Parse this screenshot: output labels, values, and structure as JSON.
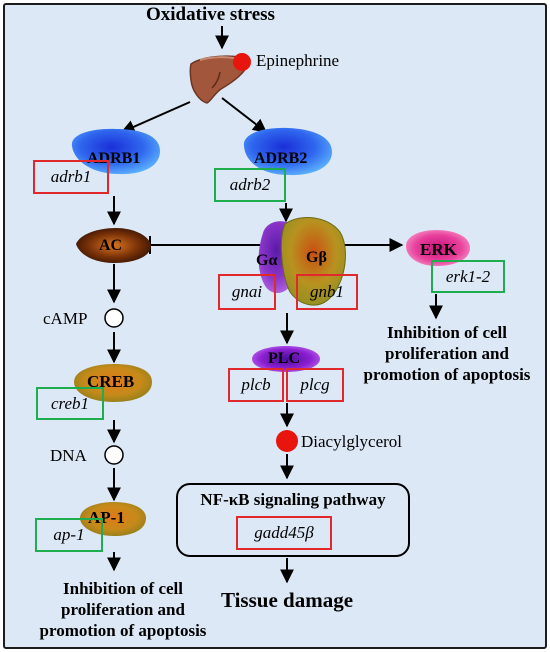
{
  "diagram": {
    "title": "Oxidative stress",
    "epinephrine_label": "Epinephrine",
    "receptors": {
      "adrb1": {
        "protein": "ADRB1",
        "gene": "adrb1",
        "box": "red"
      },
      "adrb2": {
        "protein": "ADRB2",
        "gene": "adrb2",
        "box": "green"
      }
    },
    "ac": {
      "protein": "AC"
    },
    "camp_label": "cAMP",
    "creb": {
      "protein": "CREB",
      "gene": "creb1",
      "box": "green"
    },
    "dna_label": "DNA",
    "ap1": {
      "protein": "AP-1",
      "gene": "ap-1",
      "box": "green"
    },
    "g_protein": {
      "alpha": {
        "protein": "Gα",
        "gene": "gnai",
        "box": "red"
      },
      "beta": {
        "protein": "Gβ",
        "gene": "gnb1",
        "box": "red"
      }
    },
    "erk": {
      "protein": "ERK",
      "gene": "erk1-2",
      "box": "green"
    },
    "plc": {
      "protein": "PLC",
      "genes": [
        "plcb",
        "plcg"
      ],
      "box": "red"
    },
    "diacylglycerol_label": "Diacylglycerol",
    "nfkb": {
      "title": "NF-κB signaling pathway",
      "gene": "gadd45β",
      "box": "red"
    },
    "outcomes": {
      "erk_effect": [
        "Inhibition of cell",
        "proliferation and",
        "promotion of apoptosis"
      ],
      "ap1_effect": [
        "Inhibition of cell",
        "proliferation and",
        "promotion of apoptosis"
      ],
      "tissue": "Tissue damage"
    },
    "colors": {
      "background": "#dce8f5",
      "frame": "#1c1c1c",
      "red_box": "#e0282d",
      "green_box": "#1fae4f",
      "receptor_blue": "#2f66ee",
      "ac_brown": "#7a3208",
      "creb_ap1_olive": "#c68a1a",
      "g_alpha_purple": "#8a35c8",
      "g_beta_olive": "#b89220",
      "erk_pink": "#e8409c",
      "plc_purple": "#8a1fd0",
      "dag_red": "#e8150f",
      "liver_brown": "#a2563b"
    },
    "icons": [
      "liver-icon",
      "epinephrine-dot-icon",
      "camp-circle-icon",
      "dna-circle-icon",
      "diacylglycerol-dot-icon"
    ]
  }
}
